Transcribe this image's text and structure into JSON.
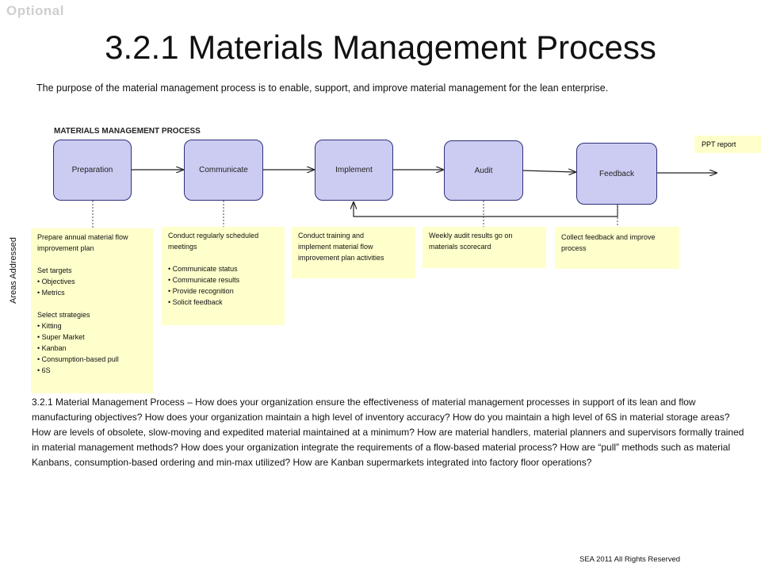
{
  "badge": "Optional",
  "title": "3.2.1 Materials Management Process",
  "purpose": "The purpose of the material management process is to enable, support, and improve material management for the lean enterprise.",
  "diagram_title": "MATERIALS MANAGEMENT PROCESS",
  "ppt_report": "PPT report",
  "side_label": "Areas Addressed",
  "steps": [
    {
      "label": "Preparation"
    },
    {
      "label": "Communicate"
    },
    {
      "label": "Implement"
    },
    {
      "label": "Audit"
    },
    {
      "label": "Feedback"
    }
  ],
  "notes": [
    {
      "lines": [
        "Prepare annual material flow",
        "improvement plan",
        "",
        "Set targets",
        "• Objectives",
        "• Metrics",
        "",
        "Select strategies",
        "• Kitting",
        "• Super Market",
        "• Kanban",
        "• Consumption-based pull",
        "• 6S"
      ]
    },
    {
      "lines": [
        "Conduct regularly scheduled",
        "meetings",
        "",
        "• Communicate status",
        "• Communicate results",
        "• Provide recognition",
        "• Solicit feedback"
      ]
    },
    {
      "lines": [
        "Conduct training and",
        "implement material flow",
        "improvement plan activities"
      ]
    },
    {
      "lines": [
        "Weekly audit results go on",
        "materials scorecard"
      ]
    },
    {
      "lines": [
        "Collect feedback and improve",
        "process"
      ]
    }
  ],
  "question": "3.2.1 Material Management Process – How does your organization ensure the effectiveness of material management processes in support of its lean and flow manufacturing objectives? How does your organization maintain a high level of inventory accuracy? How do you maintain a high level of 6S in material storage areas? How are levels of obsolete, slow-moving and expedited material maintained at a minimum? How are material handlers, material planners and supervisors formally trained in material management methods? How does your organization integrate the requirements of a flow-based material process? How are “pull” methods such as material Kanbans, consumption-based ordering and min-max utilized? How are Kanban supermarkets integrated into factory floor operations?",
  "footer": "SEA 2011 All Rights Reserved"
}
